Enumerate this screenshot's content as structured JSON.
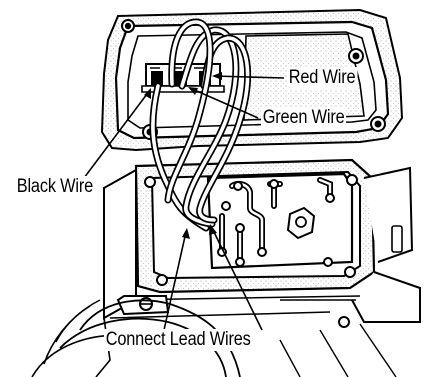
{
  "labels": {
    "red_wire": "Red Wire",
    "green_wire": "Green Wire",
    "black_wire": "Black Wire",
    "connect_lead_wires": "Connect Lead Wires"
  },
  "colors": {
    "ink": "#000000",
    "paper": "#ffffff",
    "stipple": "#bdbdbd"
  }
}
